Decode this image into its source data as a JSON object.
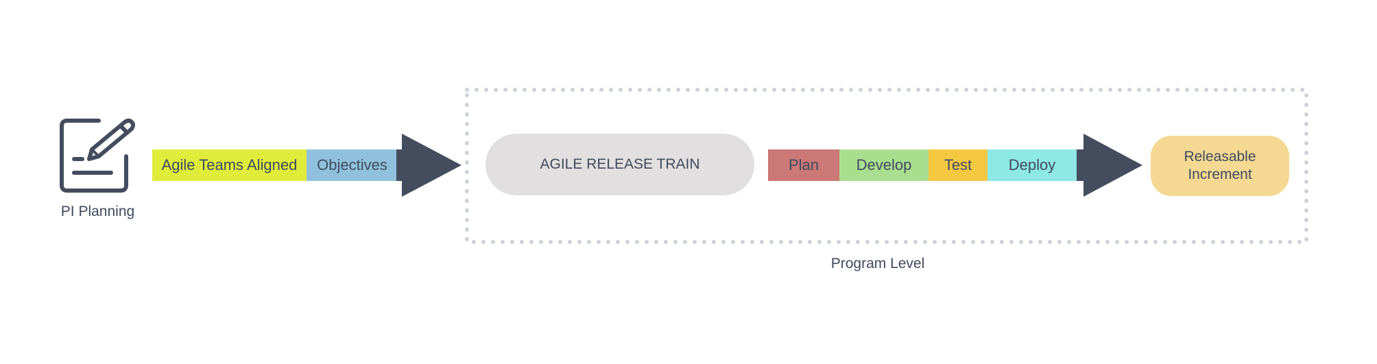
{
  "diagram": {
    "pi_planning": {
      "label": "PI Planning",
      "icon": "document-edit-icon"
    },
    "first_arrow": {
      "segments": [
        {
          "label": "Agile Teams Aligned",
          "color": "#e0ec3a"
        },
        {
          "label": "Objectives",
          "color": "#90c1dc"
        }
      ],
      "head_color": "#434d5e"
    },
    "program_box": {
      "label": "Program Level",
      "border_color": "#cfd3d9"
    },
    "release_train": {
      "label": "AGILE RELEASE TRAIN",
      "color": "#e1dfdf"
    },
    "second_arrow": {
      "segments": [
        {
          "label": "Plan",
          "color": "#cb7877"
        },
        {
          "label": "Develop",
          "color": "#aade8f"
        },
        {
          "label": "Test",
          "color": "#f5c842"
        },
        {
          "label": "Deploy",
          "color": "#8de8e6"
        }
      ],
      "head_color": "#434d5e"
    },
    "releasable_increment": {
      "label_line1": "Releasable",
      "label_line2": "Increment",
      "color": "#f5d993"
    }
  }
}
